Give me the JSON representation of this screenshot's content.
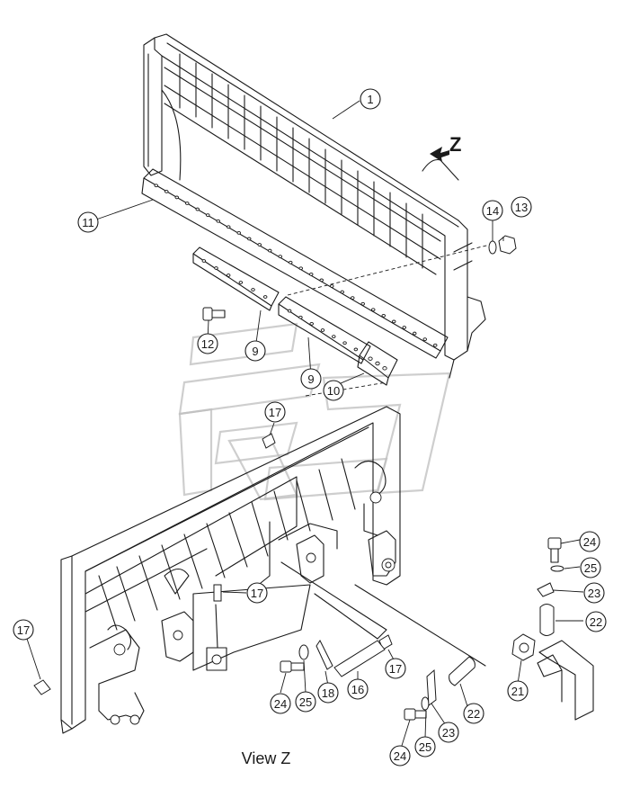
{
  "view_label": "Z",
  "caption": "View Z",
  "callouts": [
    {
      "id": "c1",
      "label": "1"
    },
    {
      "id": "c9a",
      "label": "9"
    },
    {
      "id": "c9b",
      "label": "9"
    },
    {
      "id": "c10",
      "label": "10"
    },
    {
      "id": "c11",
      "label": "11"
    },
    {
      "id": "c12",
      "label": "12"
    },
    {
      "id": "c13",
      "label": "13"
    },
    {
      "id": "c14",
      "label": "14"
    },
    {
      "id": "c16",
      "label": "16"
    },
    {
      "id": "c17a",
      "label": "17"
    },
    {
      "id": "c17b",
      "label": "17"
    },
    {
      "id": "c17c",
      "label": "17"
    },
    {
      "id": "c17d",
      "label": "17"
    },
    {
      "id": "c18",
      "label": "18"
    },
    {
      "id": "c21",
      "label": "21"
    },
    {
      "id": "c22a",
      "label": "22"
    },
    {
      "id": "c22b",
      "label": "22"
    },
    {
      "id": "c23a",
      "label": "23"
    },
    {
      "id": "c23b",
      "label": "23"
    },
    {
      "id": "c24a",
      "label": "24"
    },
    {
      "id": "c24b",
      "label": "24"
    },
    {
      "id": "c24c",
      "label": "24"
    },
    {
      "id": "c25a",
      "label": "25"
    },
    {
      "id": "c25b",
      "label": "25"
    },
    {
      "id": "c25c",
      "label": "25"
    }
  ]
}
